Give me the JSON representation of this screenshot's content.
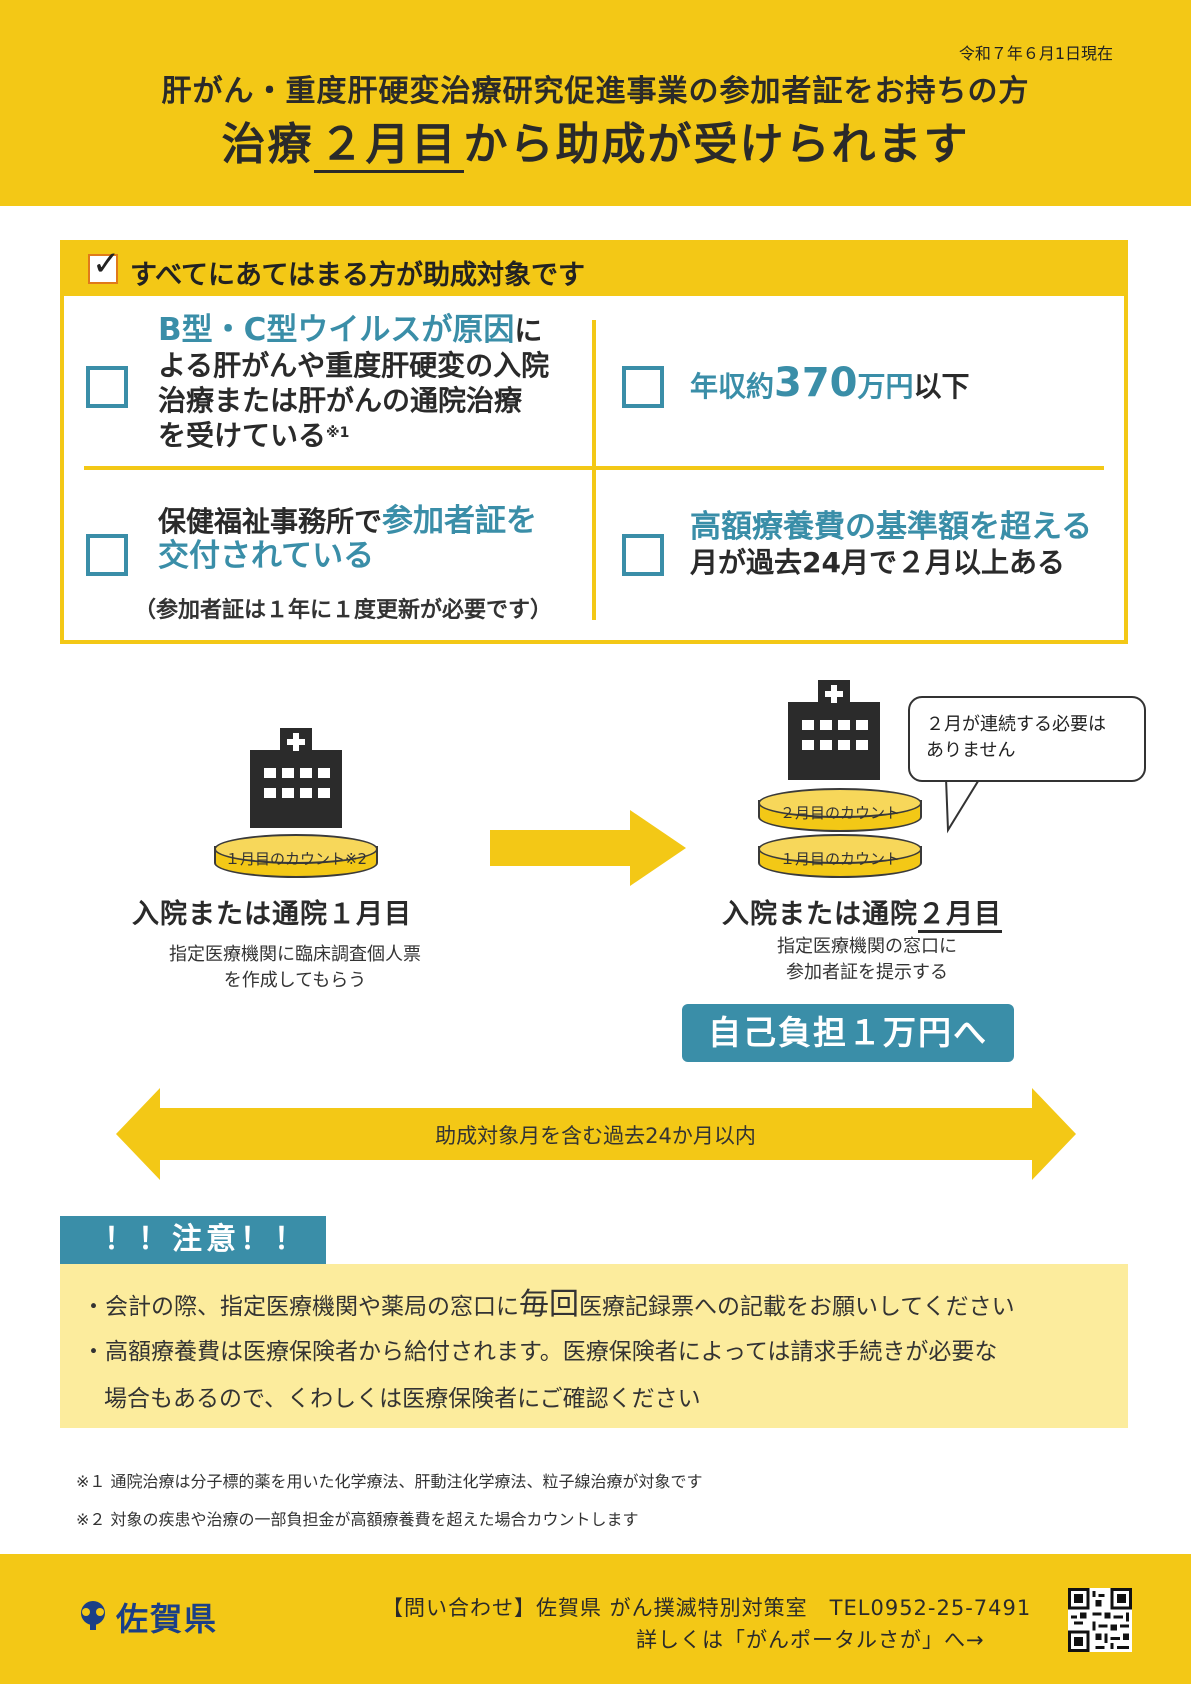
{
  "header": {
    "as_of": "令和７年６月1日現在",
    "title_line1": "肝がん・重度肝硬変治療研究促進事業の参加者証をお持ちの方",
    "title_line2_pre": "治療",
    "title_line2_ul": "２月目",
    "title_line2_post": "から助成が受けられます"
  },
  "eligibility": {
    "heading": "すべてにあてはまる方が助成対象です",
    "check_mark": "✓",
    "c1_teal": "B型・C型ウイルスが原因",
    "c1_rest1": "に",
    "c1_line2": "よる肝がんや重度肝硬変の入院",
    "c1_line3": "治療または肝がんの通院治療",
    "c1_line4": "を受けている",
    "c1_note": "※1",
    "c2_pre": "年収約",
    "c2_num": "370",
    "c2_unit": "万円",
    "c2_post": "以下",
    "c3_pre": "保健福祉事務所で",
    "c3_teal1": "参加者証を",
    "c3_teal2": "交付されている",
    "c3_note": "（参加者証は１年に１度更新が必要です）",
    "c4_teal": "高額療養費の基準額を超える",
    "c4_line2": "月が過去24月で２月以上ある"
  },
  "flow": {
    "step1_coin": "１月目のカウント※2",
    "step1_title": "入院または通院１月目",
    "step1_desc1": "指定医療機関に臨床調査個人票",
    "step1_desc2": "を作成してもらう",
    "step2_coin_top": "２月目のカウント",
    "step2_coin_bottom": "１月目のカウント",
    "step2_title_pre": "入院または通院",
    "step2_title_ul": "２月目",
    "step2_desc1": "指定医療機関の窓口に",
    "step2_desc2": "参加者証を提示する",
    "burden": "自己負担１万円へ",
    "bubble_line1": "２月が連続する必要は",
    "bubble_line2": "ありません",
    "range": "助成対象月を含む過去24か月以内"
  },
  "caution": {
    "tab": "！！注意！！",
    "line1_pre": "・会計の際、指定医療機関や薬局の窓口に",
    "line1_big": "毎回",
    "line1_post": "医療記録票への記載をお願いしてください",
    "line2": "・高額療養費は医療保険者から給付されます。医療保険者によっては請求手続きが必要な",
    "line3": "場合もあるので、くわしくは医療保険者にご確認ください"
  },
  "footnotes": {
    "fn1": "※１ 通院治療は分子標的薬を用いた化学療法、肝動注化学療法、粒子線治療が対象です",
    "fn2": "※２ 対象の疾患や治療の一部負担金が高額療養費を超えた場合カウントします"
  },
  "footer": {
    "pref_name": "佐賀県",
    "contact": "【問い合わせ】佐賀県 がん撲滅特別対策室　TEL0952-25-7491",
    "detail": "詳しくは「がんポータルさが」へ→"
  },
  "colors": {
    "yellow": "#f3c816",
    "teal": "#3a8ea8",
    "pale_yellow": "#fcec9d",
    "navy": "#1b3f86"
  }
}
